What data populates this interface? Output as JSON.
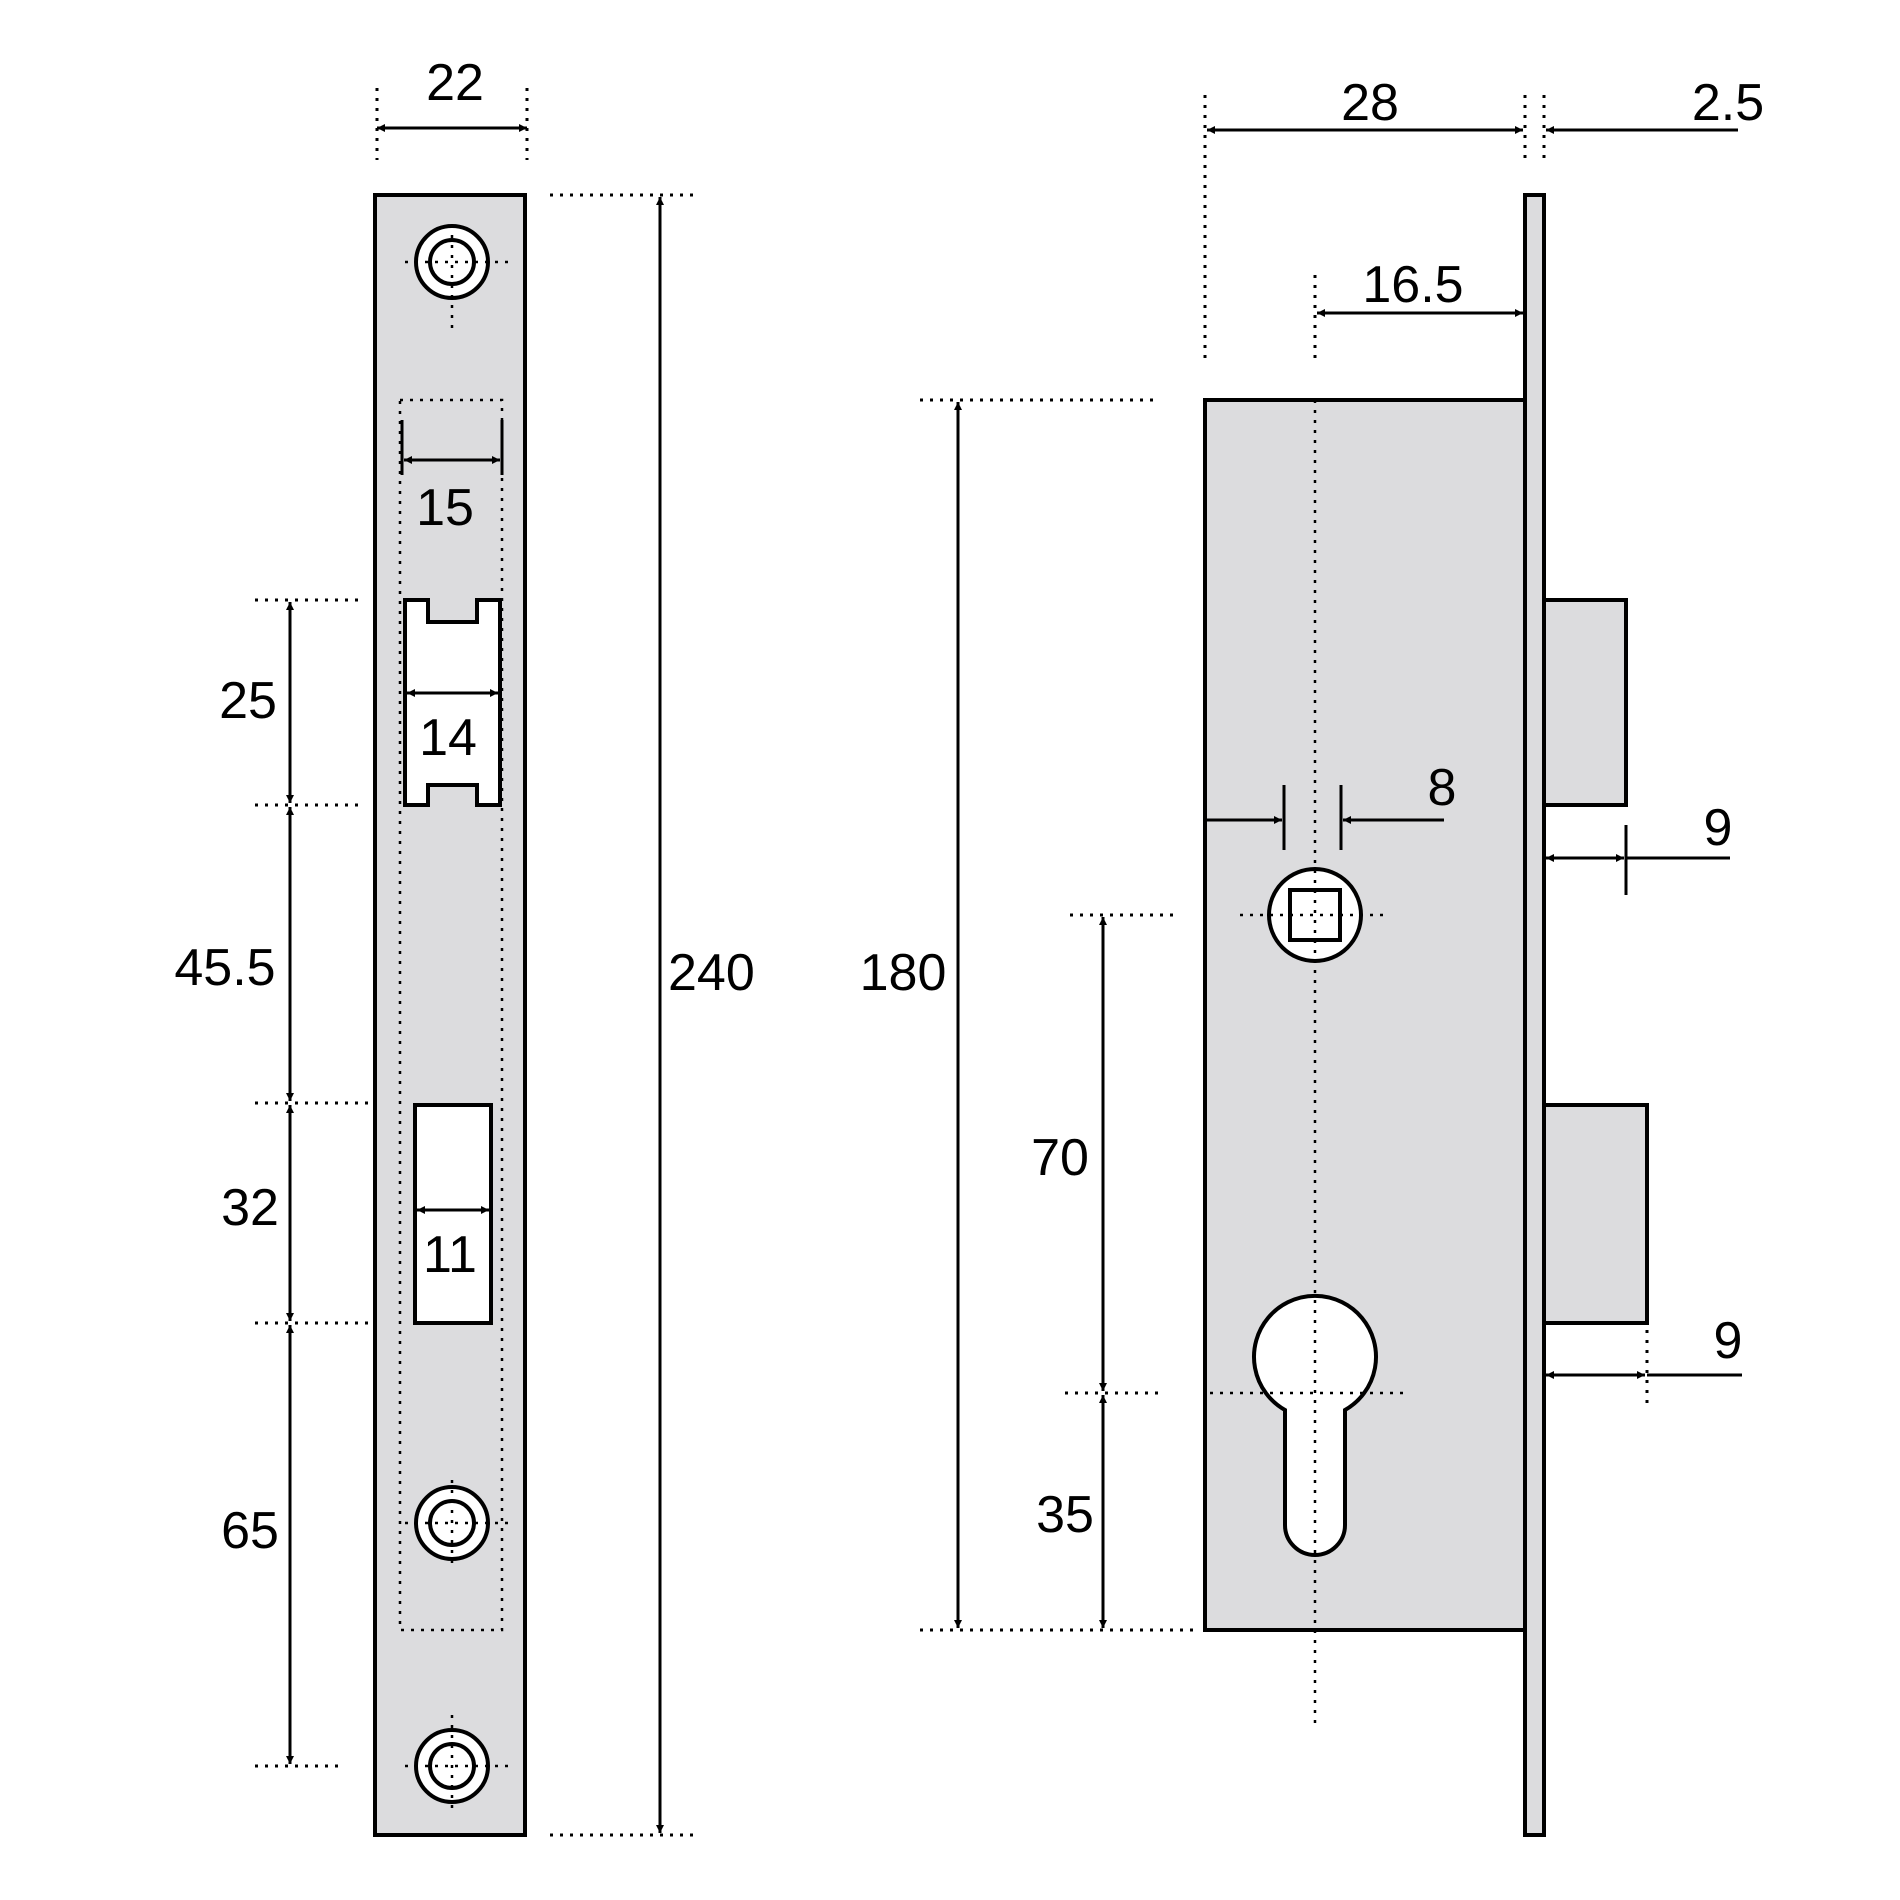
{
  "front_view": {
    "width": "22",
    "total_height": "240",
    "slot_width": "15",
    "latch_height": "25",
    "latch_width": "14",
    "spacing_latch_to_bolt": "45.5",
    "bolt_height": "32",
    "bolt_width": "11",
    "spacing_bolt_to_screw": "65"
  },
  "side_view": {
    "backset": "28",
    "faceplate_thickness": "2.5",
    "spindle_offset": "16.5",
    "body_height": "180",
    "spindle_size": "8",
    "latch_projection": "9",
    "spindle_to_cylinder": "70",
    "cylinder_to_bottom": "35",
    "bolt_projection": "9"
  }
}
